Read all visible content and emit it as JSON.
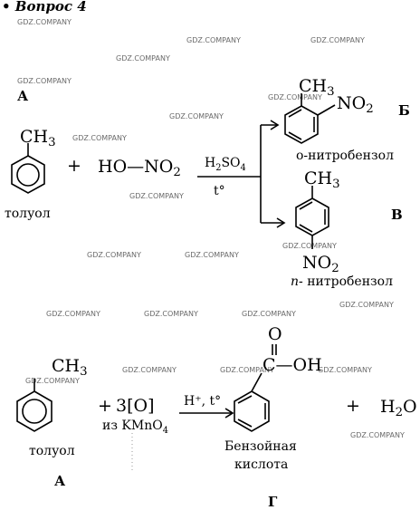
{
  "title": "• Вопрос 4",
  "watermark": "GDZ.COMPANY",
  "reaction1": {
    "label_a": "А",
    "label_b": "Б",
    "label_v": "В",
    "ch3": "CH",
    "ch3_sub": "3",
    "plus": "+",
    "ho": "HO—NO",
    "ho_sub": "2",
    "h2so4_a": "H",
    "h2so4_sub1": "2",
    "h2so4_b": "SO",
    "h2so4_sub2": "4",
    "temp": "t°",
    "reactant_name": "толуол",
    "ortho_name": "o-нитробензол",
    "para_prefix": "n-",
    "para_name": "нитробензол",
    "no2": "NO",
    "no2_sub": "2"
  },
  "reaction2": {
    "label_a": "А",
    "label_g": "Г",
    "ch3": "CH",
    "ch3_sub": "3",
    "plus1": "+",
    "oxidant": "3[O]",
    "oxidant_source": "из KMnO",
    "oxidant_source_sub": "4",
    "conditions": "H⁺, t°",
    "reactant_name": "толуол",
    "o_atom": "O",
    "c_oh": "C—OH",
    "product_name_1": "Бензойная",
    "product_name_2": "кислота",
    "plus2": "+",
    "water": "H",
    "water_sub": "2",
    "water_o": "O"
  }
}
